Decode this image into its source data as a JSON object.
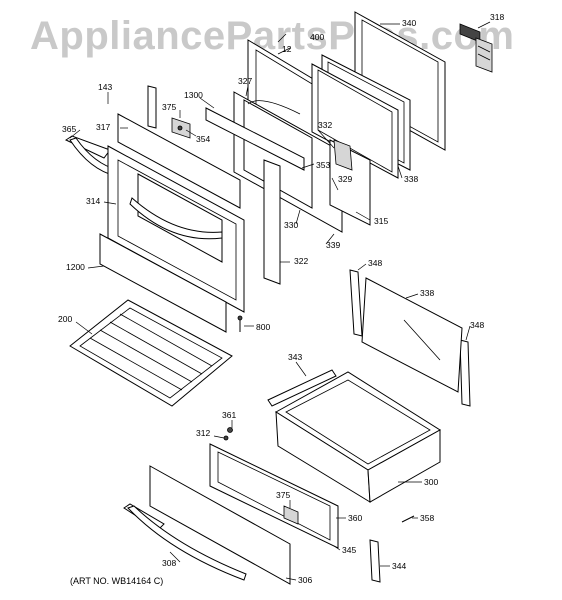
{
  "watermark": "AppliancePartsPros.com",
  "art_number": "(ART NO. WB14164 C)",
  "callouts": {
    "c340": "340",
    "c318": "318",
    "c400": "400",
    "c12": "12",
    "c143": "143",
    "c327": "327",
    "c1300": "1300",
    "c375a": "375",
    "c365": "365",
    "c317": "317",
    "c354": "354",
    "c332": "332",
    "c353": "353",
    "c329": "329",
    "c338a": "338",
    "c315": "315",
    "c314": "314",
    "c330": "330",
    "c339": "339",
    "c322": "322",
    "c1200": "1200",
    "c348a": "348",
    "c338b": "338",
    "c348b": "348",
    "c200": "200",
    "c800": "800",
    "c343": "343",
    "c361": "361",
    "c312": "312",
    "c300": "300",
    "c375b": "375",
    "c360": "360",
    "c358": "358",
    "c345": "345",
    "c308": "308",
    "c344": "344",
    "c306": "306"
  }
}
